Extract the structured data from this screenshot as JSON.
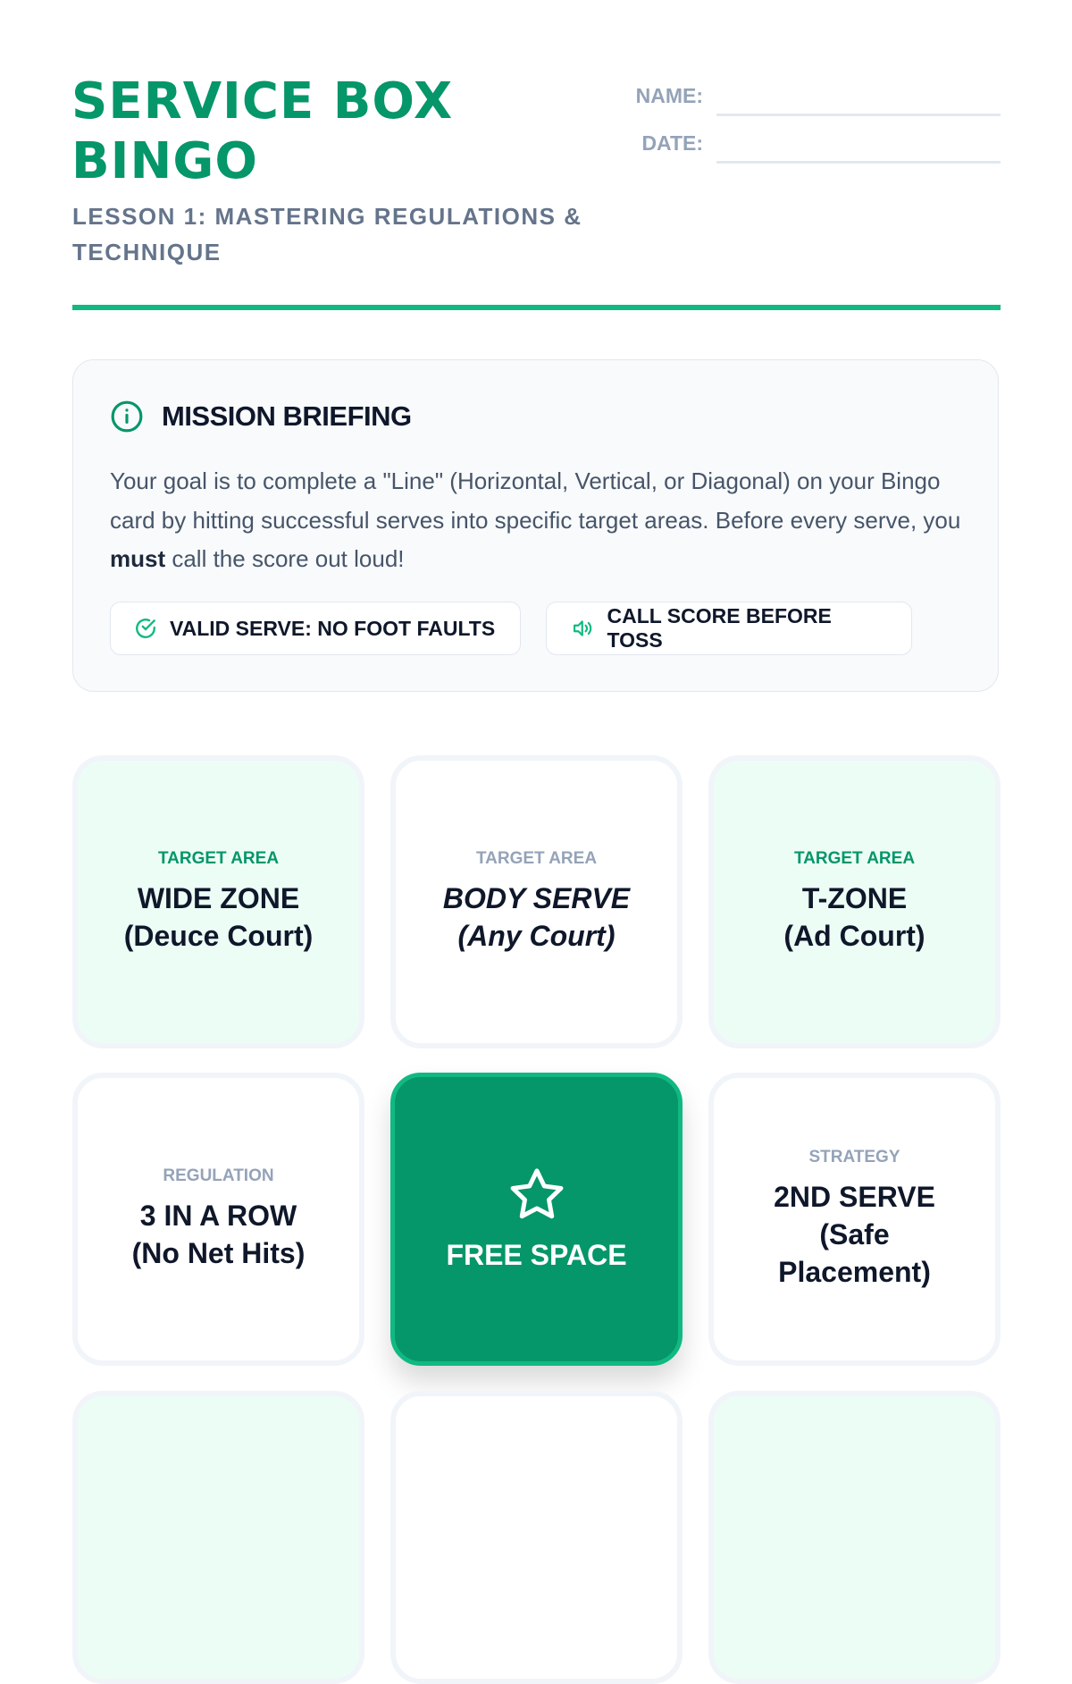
{
  "header": {
    "title": "SERVICE BOX BINGO",
    "subtitle": "LESSON 1: MASTERING REGULATIONS & TECHNIQUE",
    "name_label": "NAME:",
    "date_label": "DATE:"
  },
  "briefing": {
    "icon": "info-icon",
    "heading": "MISSION BRIEFING",
    "text_before": "Your goal is to complete a \"Line\" (Horizontal, Vertical, or Diagonal) on your Bingo card by hitting successful serves into specific target areas. Before every serve, you ",
    "text_bold": "must",
    "text_after": " call the score out loud!",
    "pills": [
      {
        "icon": "check-circle-icon",
        "label": "VALID SERVE: NO FOOT FAULTS"
      },
      {
        "icon": "speaker-icon",
        "label": "CALL SCORE BEFORE TOSS"
      }
    ]
  },
  "cards": [
    {
      "category": "TARGET AREA",
      "title": "WIDE ZONE\n(Deuce Court)"
    },
    {
      "category": "TARGET AREA",
      "title": "BODY SERVE\n(Any Court)"
    },
    {
      "category": "TARGET AREA",
      "title": "T-ZONE\n(Ad Court)"
    },
    {
      "category": "REGULATION",
      "title": "3 IN A ROW\n(No Net Hits)"
    },
    {
      "category": "",
      "title": "FREE SPACE",
      "icon": "star-icon"
    },
    {
      "category": "STRATEGY",
      "title": "2ND SERVE\n(Safe\nPlacement)"
    }
  ],
  "colors": {
    "accent": "#059669",
    "accent_light": "#10b981",
    "tint": "#ecfdf5"
  }
}
